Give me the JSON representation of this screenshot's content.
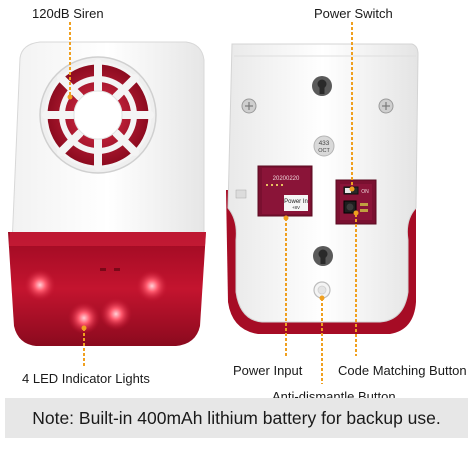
{
  "labels": {
    "siren": "120dB Siren",
    "power_switch": "Power Switch",
    "led": "4 LED Indicator Lights",
    "power_input": "Power Input",
    "code_matching": "Code Matching Button",
    "anti_dismantle": "Anti-dismantle Button"
  },
  "device_marks": {
    "freq": "433",
    "freq_unit": "OCT",
    "date_code": "20200220",
    "power_in": "Power In",
    "power_in_sub": "+8V",
    "on_mark": "ON"
  },
  "note": "Note: Built-in 400mAh lithium battery for backup use.",
  "colors": {
    "accent_orange": "#f0a020",
    "housing_red": "#b0102a",
    "housing_white": "#ffffff",
    "note_bg": "#e7e7e7"
  }
}
